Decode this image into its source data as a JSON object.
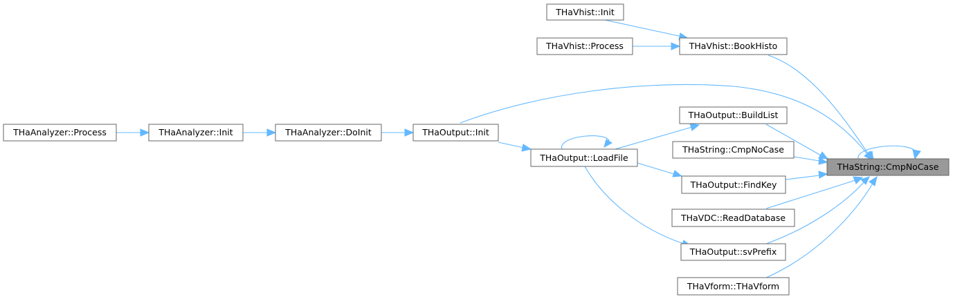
{
  "graph": {
    "nodes": {
      "target": "THaString::CmpNoCase",
      "vhist_init": "THaVhist::Init",
      "vhist_process": "THaVhist::Process",
      "vhist_bookhisto": "THaVhist::BookHisto",
      "analyzer_process": "THaAnalyzer::Process",
      "analyzer_init": "THaAnalyzer::Init",
      "analyzer_doinit": "THaAnalyzer::DoInit",
      "output_init": "THaOutput::Init",
      "output_buildlist": "THaOutput::BuildList",
      "output_loadfile": "THaOutput::LoadFile",
      "string_cmpnocase_overload": "THaString::CmpNoCase",
      "output_findkey": "THaOutput::FindKey",
      "vdc_readdatabase": "THaVDC::ReadDatabase",
      "output_svprefix": "THaOutput::svPrefix",
      "vform_ctor": "THaVform::THaVform"
    },
    "colors": {
      "edge": "#63b8ff",
      "node_border": "#666666",
      "highlight_fill": "#999999"
    }
  }
}
